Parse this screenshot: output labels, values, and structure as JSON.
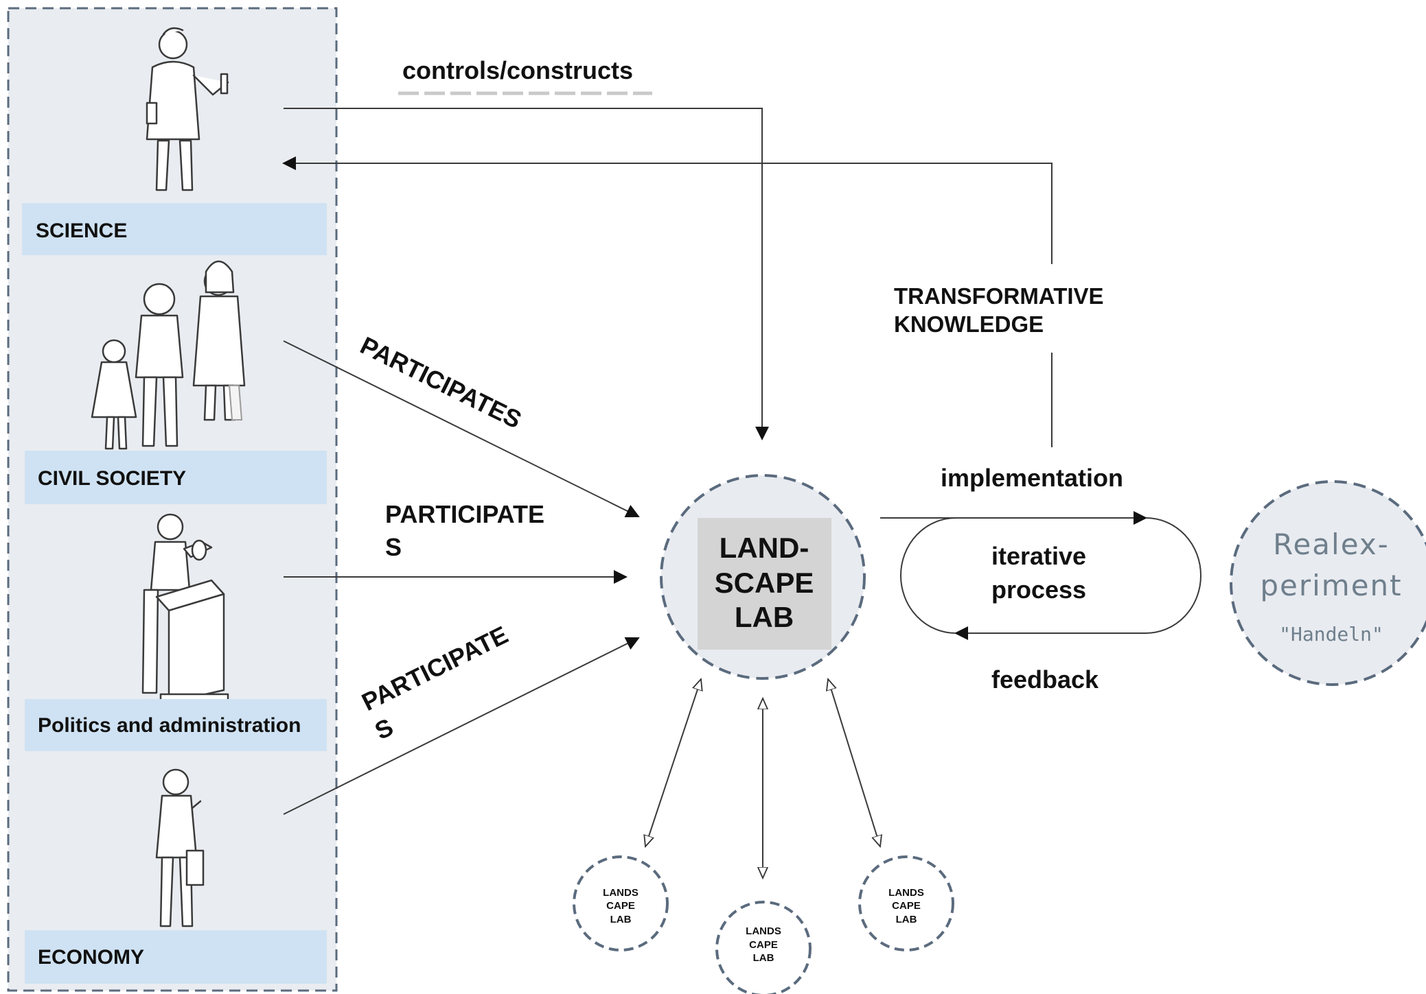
{
  "actors": {
    "science": "SCIENCE",
    "civil_society": "CIVIL SOCIETY",
    "politics": "Politics and administration",
    "economy": "ECONOMY"
  },
  "edges": {
    "controls": "controls/constructs",
    "participates_1": "PARTICIPATES",
    "participates_2_line1": "PARTICIPATE",
    "participates_2_line2": "S",
    "participates_3_line1": "PARTICIPATE",
    "participates_3_line2": "S",
    "transformative_line1": "TRANSFORMATIVE",
    "transformative_line2": "KNOWLEDGE",
    "implementation": "implementation",
    "iterative_line1": "iterative",
    "iterative_line2": "process",
    "feedback": "feedback"
  },
  "center": {
    "line1": "LAND-",
    "line2": "SCAPE",
    "line3": "LAB"
  },
  "realexperiment": {
    "line1": "Realex-",
    "line2": "periment",
    "line3": "\"Handeln\""
  },
  "small_labs": [
    {
      "l1": "LANDS",
      "l2": "CAPE",
      "l3": "LAB"
    },
    {
      "l1": "LANDS",
      "l2": "CAPE",
      "l3": "LAB"
    },
    {
      "l1": "LANDS",
      "l2": "CAPE",
      "l3": "LAB"
    }
  ],
  "colors": {
    "panel": "#e9ecf0",
    "label_band": "#cfe2f3",
    "dashed": "#5b6b7e",
    "realexperiment_text": "#6f7f8c"
  }
}
